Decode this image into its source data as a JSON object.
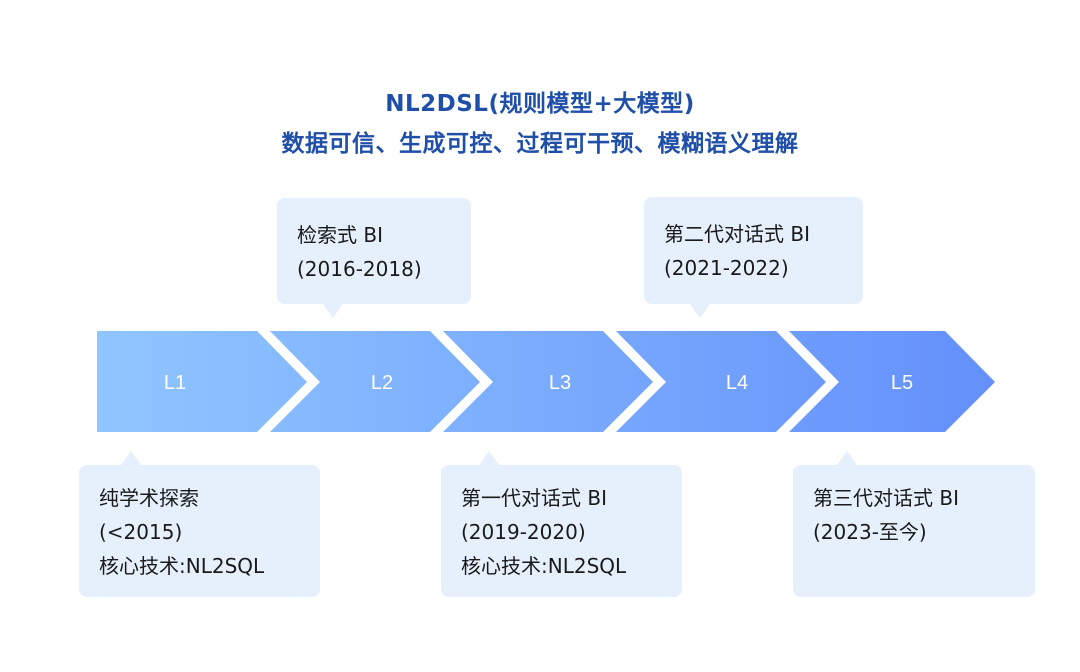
{
  "title": {
    "line1": "NL2DSL(规则模型+大模型)",
    "line2": "数据可信、生成可控、过程可干预、模糊语义理解"
  },
  "stages": [
    "L1",
    "L2",
    "L3",
    "L4",
    "L5"
  ],
  "colors": {
    "gradient_start": "#8fc6ff",
    "gradient_end": "#6490fb",
    "callout_bg": "#e6f0fc",
    "title": "#1f4fa8"
  },
  "callouts": {
    "l1": {
      "lines": [
        "纯学术探索",
        "(<2015)",
        "核心技术:NL2SQL"
      ]
    },
    "l2": {
      "lines": [
        "检索式 BI",
        "(2016-2018)"
      ]
    },
    "l3": {
      "lines": [
        "第一代对话式 BI",
        "(2019-2020)",
        "核心技术:NL2SQL"
      ]
    },
    "l4": {
      "lines": [
        "第二代对话式 BI",
        "(2021-2022)"
      ]
    },
    "l5": {
      "lines": [
        "第三代对话式 BI",
        "(2023-至今)"
      ]
    }
  }
}
